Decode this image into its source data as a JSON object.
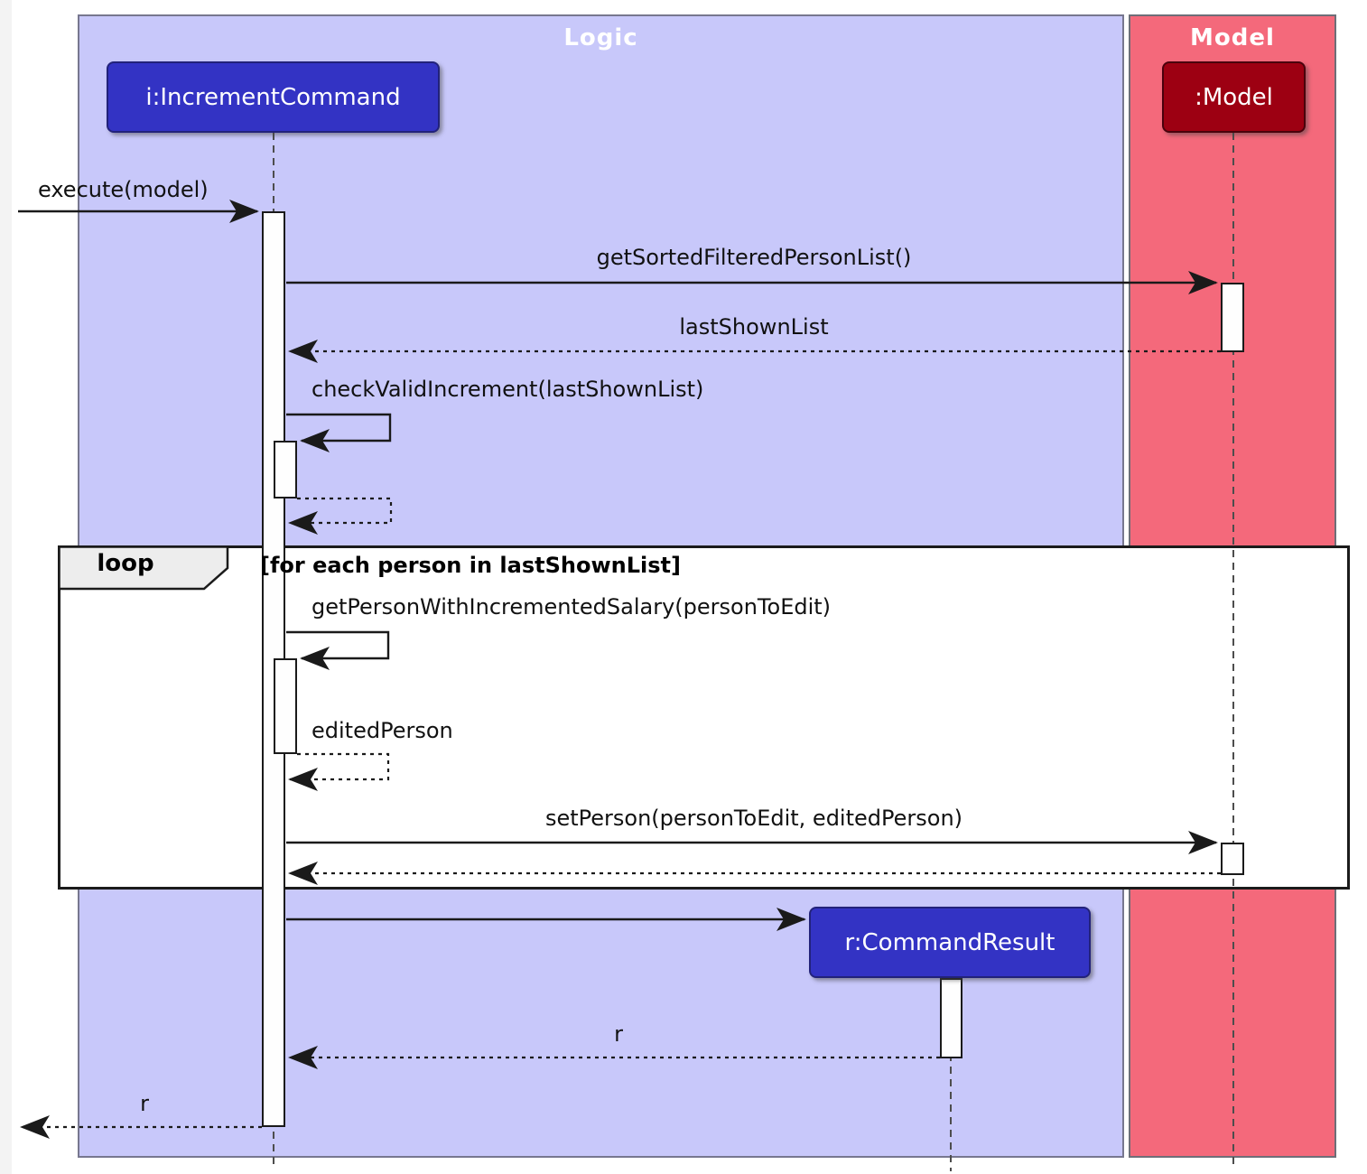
{
  "frames": {
    "logic": {
      "title": "Logic"
    },
    "model": {
      "title": "Model"
    }
  },
  "participants": {
    "increment_command": "i:IncrementCommand",
    "model": ":Model",
    "command_result": "r:CommandResult"
  },
  "loop_fragment": {
    "operator": "loop",
    "guard": "[for each person in lastShownList]"
  },
  "messages": {
    "execute": "execute(model)",
    "get_sorted_filtered_person_list": "getSortedFilteredPersonList()",
    "last_shown_list": "lastShownList",
    "check_valid_increment": "checkValidIncrement(lastShownList)",
    "get_person_with_incremented_salary": "getPersonWithIncrementedSalary(personToEdit)",
    "edited_person": "editedPerson",
    "set_person": "setPerson(personToEdit, editedPerson)",
    "return_r_from_command_result": "r",
    "return_r_to_caller": "r"
  },
  "colors": {
    "logic_frame_bg": "#C8C8FA",
    "model_frame_bg": "#F4697B",
    "logic_participant_bg": "#3333C4",
    "model_participant_bg": "#9D0012",
    "frame_title_text": "#FFFFFF",
    "loop_fragment_bg": "#FFFFFF",
    "loop_label_bg": "#EDEDED",
    "message_text": "#111111",
    "line_color": "#1A1A1A"
  }
}
